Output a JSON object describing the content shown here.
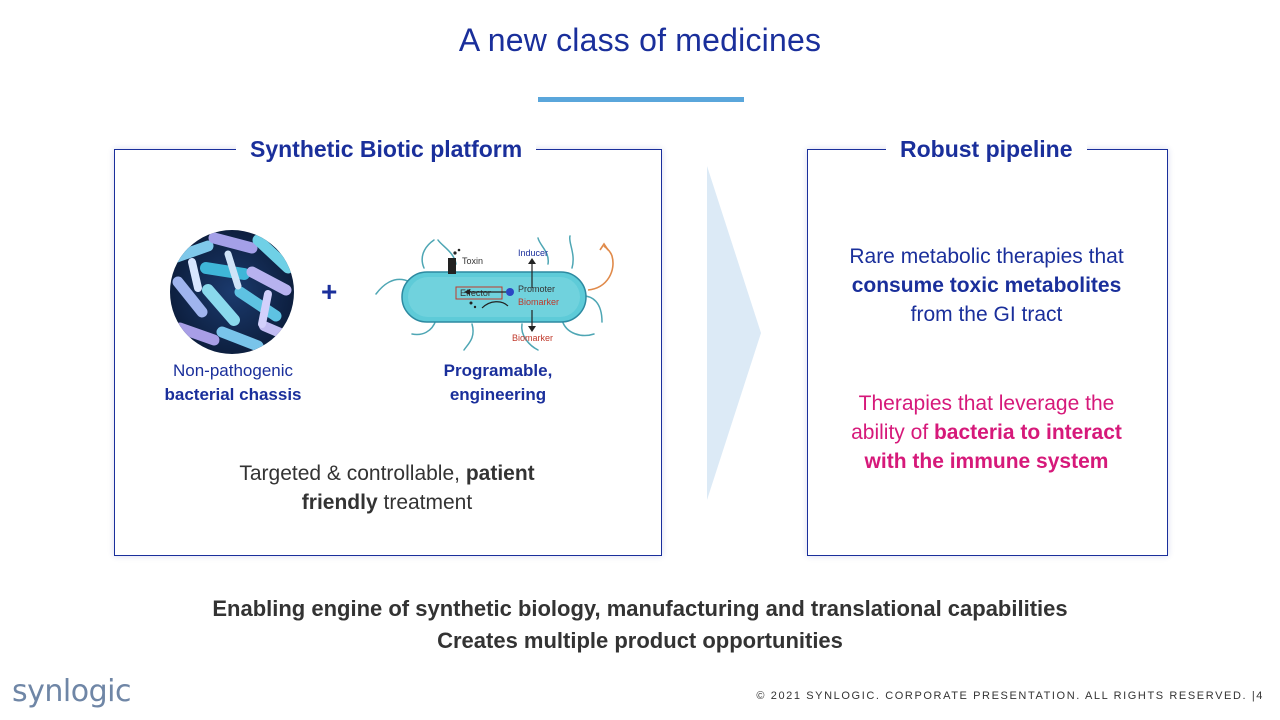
{
  "slide": {
    "title": "A new class of medicines",
    "left_panel": {
      "heading": "Synthetic Biotic platform",
      "plus": "+",
      "item1": {
        "line1": "Non-pathogenic",
        "line2": "bacterial chassis"
      },
      "item2": {
        "line1": "Programable,",
        "line2": "engineering"
      },
      "diagram_labels": {
        "toxin": "Toxin",
        "inducer": "Inducer",
        "effector": "Effector",
        "promoter": "Promoter",
        "biomarker_inner": "Biomarker",
        "biomarker_outer": "Biomarker"
      },
      "treatment": {
        "part1": "Targeted & controllable, ",
        "bold1": "patient",
        "bold2": "friendly",
        "part2": " treatment"
      }
    },
    "right_panel": {
      "heading": "Robust pipeline",
      "block1": {
        "line1": "Rare metabolic therapies that",
        "bold": "consume toxic metabolites",
        "line3": "from the GI tract"
      },
      "block2": {
        "line1": "Therapies that leverage the",
        "line2a": "ability of ",
        "line2b": "bacteria to interact",
        "line3": "with the immune system"
      }
    },
    "bottom": {
      "line1": "Enabling engine of synthetic biology, manufacturing and translational capabilities",
      "line2": "Creates multiple product opportunities"
    },
    "footer": {
      "logo": "synlogic",
      "copyright": "© 2021 SYNLOGIC. CORPORATE PRESENTATION. ALL RIGHTS RESERVED.   |4"
    },
    "colors": {
      "navy": "#1a2f9b",
      "magenta": "#d6197a",
      "accent_rule": "#5aa6db",
      "arrow": "#dceaf6"
    }
  }
}
